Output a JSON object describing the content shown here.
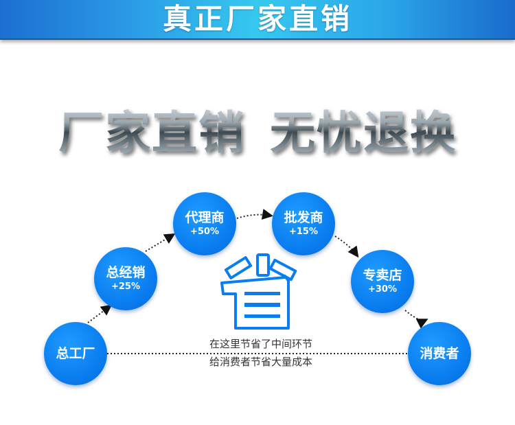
{
  "banner": {
    "title": "真正厂家直销"
  },
  "slogan": {
    "part1": "厂家直销",
    "part2": "无忧退换"
  },
  "flow": {
    "nodes": [
      {
        "name": "总工厂",
        "markup": ""
      },
      {
        "name": "总经销",
        "markup": "+25%"
      },
      {
        "name": "代理商",
        "markup": "+50%"
      },
      {
        "name": "批发商",
        "markup": "+15%"
      },
      {
        "name": "专卖店",
        "markup": "+30%"
      },
      {
        "name": "消费者",
        "markup": ""
      }
    ],
    "icon": "save-icon",
    "note_line1": "在这里节省了中间环节",
    "note_line2": "给消费者节省大量成本"
  },
  "colors": {
    "accent": "#0a7ef0",
    "banner": "#2aa6e8"
  }
}
